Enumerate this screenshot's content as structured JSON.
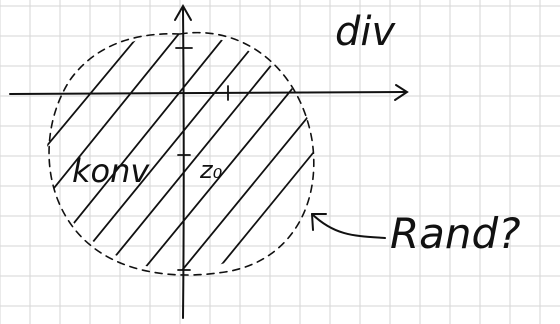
{
  "sketch": {
    "labels": {
      "top_right": "div",
      "center_left": "konv",
      "center_point": "z₀",
      "boundary_note": "Rand?"
    }
  },
  "colors": {
    "paper": "#ffffff",
    "grid": "#d6d6d6",
    "ink": "#111111"
  }
}
